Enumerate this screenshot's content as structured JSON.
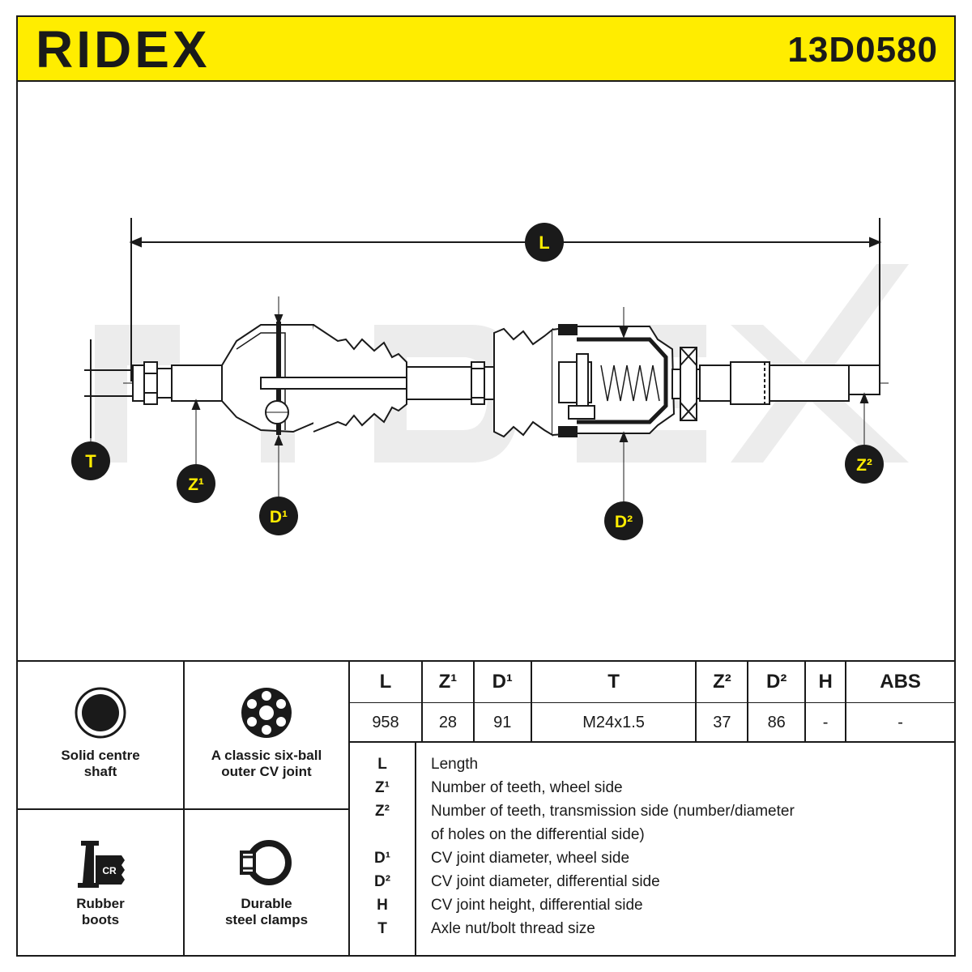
{
  "brand": {
    "name": "RIDEX"
  },
  "part_number": "13D0580",
  "drawing": {
    "labels": {
      "L": "L",
      "T": "T",
      "Z1": "Z¹",
      "D1": "D¹",
      "D2": "D²",
      "Z2": "Z²"
    }
  },
  "features": [
    {
      "label_line1": "Solid centre",
      "label_line2": "shaft",
      "icon": "solid-shaft-icon"
    },
    {
      "label_line1": "A classic six-ball",
      "label_line2": "outer CV joint",
      "icon": "six-ball-joint-icon"
    },
    {
      "label_line1": "Rubber",
      "label_line2": "boots",
      "icon": "rubber-boot-icon",
      "badge": "CR"
    },
    {
      "label_line1": "Durable",
      "label_line2": "steel clamps",
      "icon": "steel-clamp-icon"
    }
  ],
  "specs": {
    "headers": [
      "L",
      "Z¹",
      "D¹",
      "T",
      "Z²",
      "D²",
      "H",
      "ABS"
    ],
    "values": [
      "958",
      "28",
      "91",
      "M24x1.5",
      "37",
      "86",
      "-",
      "-"
    ]
  },
  "legend": [
    {
      "symbol": "L",
      "text": "Length"
    },
    {
      "symbol": "Z¹",
      "text": "Number of teeth, wheel side"
    },
    {
      "symbol": "Z²",
      "text": "Number of teeth, transmission side (number/diameter"
    },
    {
      "symbol": "",
      "text": "of holes on the differential side)"
    },
    {
      "symbol": "D¹",
      "text": "CV joint diameter, wheel side"
    },
    {
      "symbol": "D²",
      "text": "CV joint diameter, differential side"
    },
    {
      "symbol": "H",
      "text": "CV joint height, differential side"
    },
    {
      "symbol": "T",
      "text": "Axle nut/bolt thread size"
    }
  ],
  "colors": {
    "accent": "#ffed00",
    "ink": "#1a1a1a",
    "watermark": "#ececec"
  }
}
